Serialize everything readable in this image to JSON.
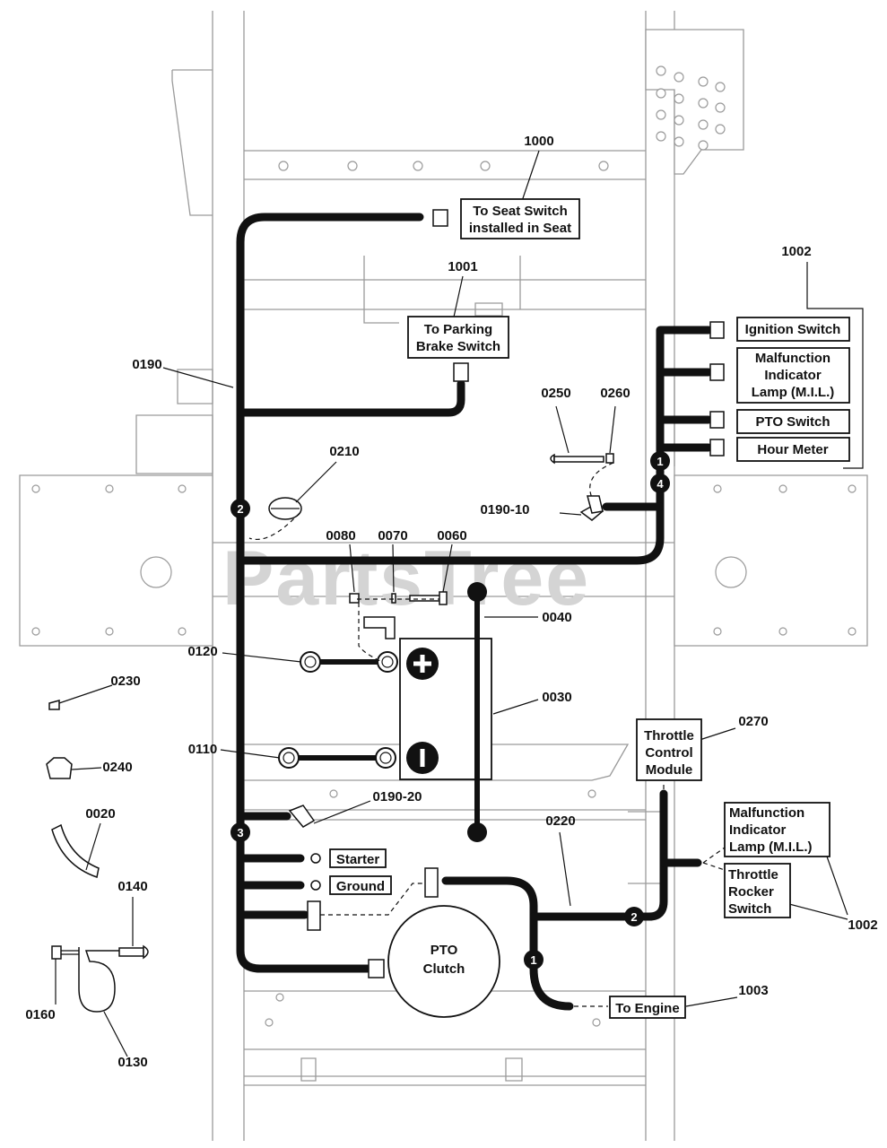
{
  "watermark": "PartsTree",
  "part_numbers": {
    "p1000": "1000",
    "p1001": "1001",
    "p1002a": "1002",
    "p1002b": "1002",
    "p1003": "1003",
    "p0190": "0190",
    "p0210": "0210",
    "p0250": "0250",
    "p0260": "0260",
    "p0190_10": "0190-10",
    "p0080": "0080",
    "p0070": "0070",
    "p0060": "0060",
    "p0040": "0040",
    "p0120": "0120",
    "p0230": "0230",
    "p0030": "0030",
    "p0270": "0270",
    "p0110": "0110",
    "p0240": "0240",
    "p0190_20": "0190-20",
    "p0020": "0020",
    "p0220": "0220",
    "p0140": "0140",
    "p0160": "0160",
    "p0130": "0130"
  },
  "labels": {
    "seat_l1": "To Seat Switch",
    "seat_l2": "installed in Seat",
    "park_l1": "To Parking",
    "park_l2": "Brake Switch",
    "ignition": "Ignition Switch",
    "mil_l1": "Malfunction",
    "mil_l2": "Indicator",
    "mil_l3": "Lamp (M.I.L.)",
    "pto_switch": "PTO Switch",
    "hour_meter": "Hour Meter",
    "throttle_l1": "Throttle",
    "throttle_l2": "Control",
    "throttle_l3": "Module",
    "mil2_l1": "Malfunction",
    "mil2_l2": "Indicator",
    "mil2_l3": "Lamp (M.I.L.)",
    "rocker_l1": "Throttle",
    "rocker_l2": "Rocker",
    "rocker_l3": "Switch",
    "starter": "Starter",
    "ground": "Ground",
    "pto_l1": "PTO",
    "pto_l2": "Clutch",
    "engine": "To Engine"
  },
  "badges": {
    "b1a": "1",
    "b4": "4",
    "b2a": "2",
    "b3": "3",
    "b2b": "2",
    "b1b": "1"
  }
}
